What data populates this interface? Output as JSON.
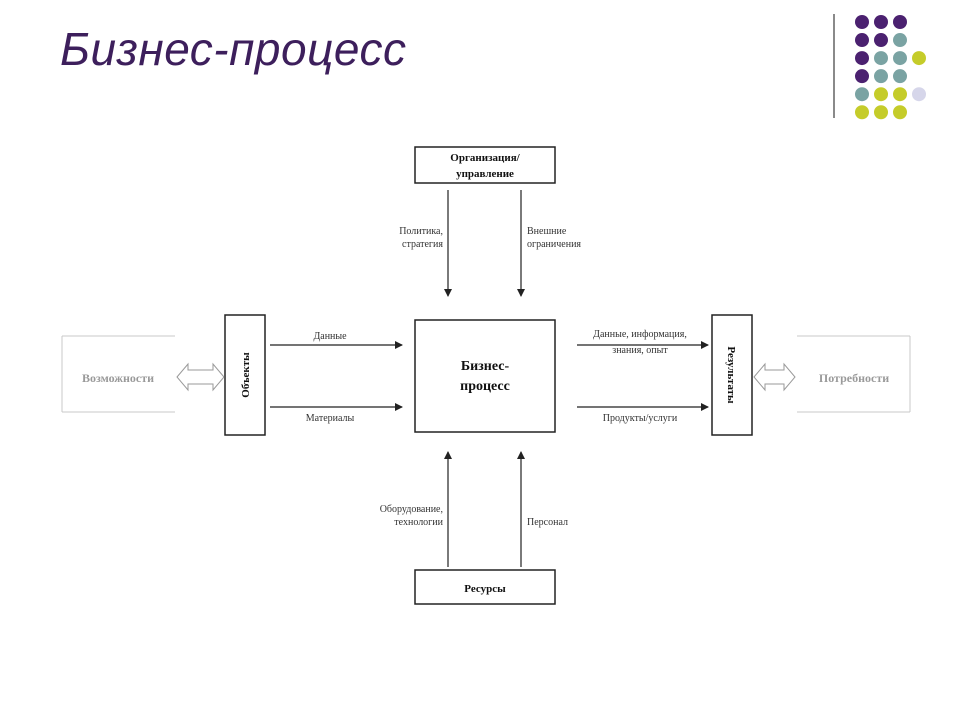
{
  "slide": {
    "title": "Бизнес-процесс"
  },
  "colors": {
    "title": "#3d1f5c",
    "dot_purple": "#4b2170",
    "dot_teal": "#7aa3a3",
    "dot_olive": "#c5cc2a",
    "dot_lavender": "#d6d6ea",
    "line": "#222222",
    "faded": "#9a9a9a"
  },
  "decoration": {
    "dot_grid": [
      [
        "purple",
        "purple",
        "purple",
        ""
      ],
      [
        "purple",
        "purple",
        "teal",
        ""
      ],
      [
        "purple",
        "teal",
        "teal",
        "olive"
      ],
      [
        "purple",
        "teal",
        "teal",
        ""
      ],
      [
        "teal",
        "olive",
        "olive",
        "lavender"
      ],
      [
        "olive",
        "olive",
        "olive",
        ""
      ]
    ]
  },
  "diagram": {
    "org_box": {
      "line1": "Организация/",
      "line2": "управление"
    },
    "policy_label": {
      "line1": "Политика,",
      "line2": "стратегия"
    },
    "external_label": {
      "line1": "Внешние",
      "line2": "ограничения"
    },
    "process_box": {
      "line1": "Бизнес-",
      "line2": "процесс"
    },
    "objects_label": "Объекты",
    "results_label": "Результаты",
    "possibilities_label": "Возможности",
    "needs_label": "Потребности",
    "data_label": "Данные",
    "materials_label": "Материалы",
    "out_data_label": {
      "line1": "Данные, информация,",
      "line2": "знания, опыт"
    },
    "products_label": "Продукты/услуги",
    "equipment_label": {
      "line1": "Оборудование,",
      "line2": "технологии"
    },
    "personnel_label": "Персонал",
    "resources_box": "Ресурсы"
  }
}
